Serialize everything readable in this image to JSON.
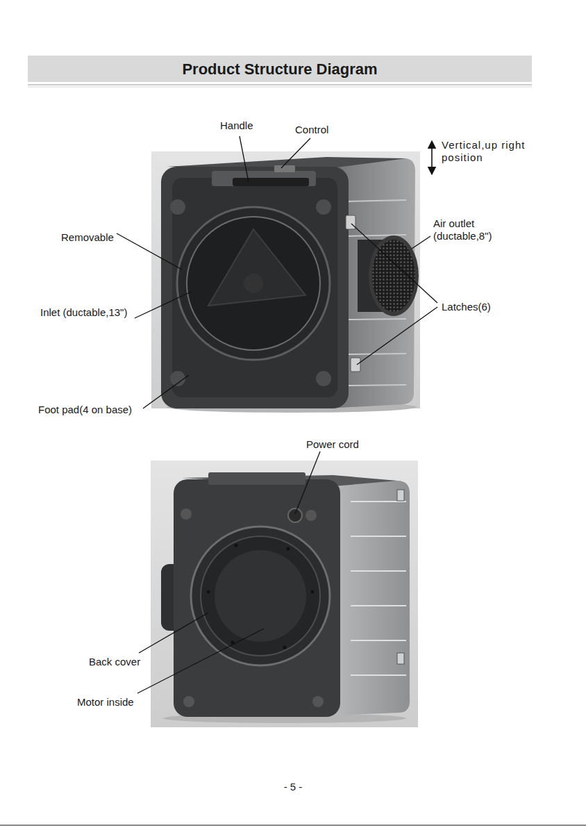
{
  "diagram": {
    "title": "Product Structure Diagram",
    "labels": [
      "Handle",
      "Control",
      "Vertical,up right position",
      "Removable",
      "Air outlet (ductable,8\")",
      "Inlet (ductable,13\")",
      "Latches(6)",
      "Foot pad(4 on base)",
      "Power cord",
      "Back cover",
      "Motor inside",
      "- 5 -"
    ]
  }
}
